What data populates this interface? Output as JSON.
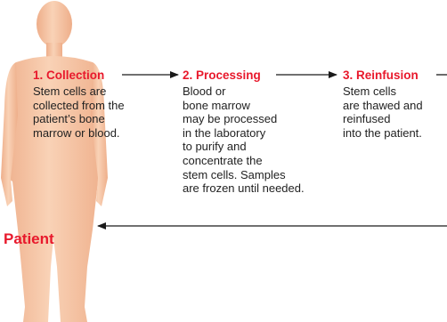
{
  "colors": {
    "accent_red": "#e8192c",
    "body_fill": "#f7c9a8",
    "body_shade": "#f0b08c",
    "arrow": "#1a1a1a",
    "text": "#222222"
  },
  "steps": [
    {
      "title": "1. Collection",
      "text": "Stem cells are\ncollected from the\npatient’s bone\nmarrow or blood."
    },
    {
      "title": "2. Processing",
      "text": "Blood or\nbone marrow\nmay be processed\nin the laboratory\nto purify and\nconcentrate the\nstem cells. Samples\nare frozen until needed."
    },
    {
      "title": "3. Reinfusion",
      "text": "Stem cells\nare thawed and\nreinfused\ninto the patient."
    }
  ],
  "patient_label": "Patient"
}
